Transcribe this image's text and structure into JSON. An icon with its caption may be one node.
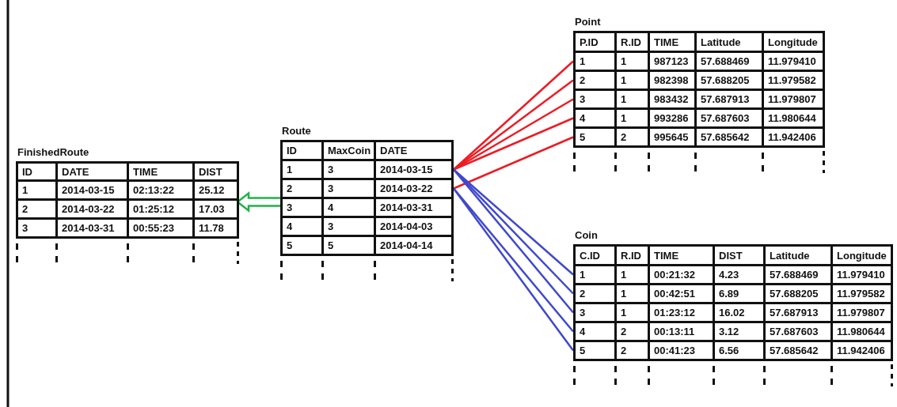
{
  "diagram": {
    "nodes": [
      {
        "text": [
          "FinishedRoute"
        ]
      },
      {
        "text": [
          "ID",
          "DATE",
          "TIME",
          "DIST"
        ],
        "in": 0
      },
      {
        "text": [
          "1",
          "2014-03-15",
          "02:13:22",
          "25.12"
        ],
        "in": 0
      },
      {
        "text": [
          "2",
          "2014-03-22",
          "01:25:12",
          "17.03"
        ],
        "in": 0
      },
      {
        "text": [
          "3",
          "2014-03-31",
          "00:55:23",
          "11.78"
        ],
        "in": 0
      },
      {
        "text": [
          "Route"
        ]
      },
      {
        "text": [
          "ID",
          "MaxCoin",
          "DATE"
        ],
        "in": 5
      },
      {
        "text": [
          "1",
          "3",
          "2014-03-15"
        ],
        "in": 5
      },
      {
        "text": [
          "2",
          "3",
          "2014-03-22"
        ],
        "in": 5
      },
      {
        "text": [
          "3",
          "4",
          "2014-03-31"
        ],
        "in": 5
      },
      {
        "text": [
          "4",
          "3",
          "2014-04-03"
        ],
        "in": 5
      },
      {
        "text": [
          "5",
          "5",
          "2014-04-14"
        ],
        "in": 5
      },
      {
        "text": [
          "Point"
        ]
      },
      {
        "text": [
          "P.ID",
          "R.ID",
          "TIME",
          "Latitude",
          "Longitude"
        ],
        "in": 12
      },
      {
        "text": [
          "1",
          "1",
          "987123",
          "57.688469",
          "11.979410"
        ],
        "in": 12
      },
      {
        "text": [
          "2",
          "1",
          "982398",
          "57.688205",
          "11.979582"
        ],
        "in": 12
      },
      {
        "text": [
          "3",
          "1",
          "983432",
          "57.687913",
          "11.979807"
        ],
        "in": 12
      },
      {
        "text": [
          "4",
          "1",
          "993286",
          "57.687603",
          "11.980644"
        ],
        "in": 12
      },
      {
        "text": [
          "5",
          "2",
          "995645",
          "57.685642",
          "11.942406"
        ],
        "in": 12
      },
      {
        "text": [
          "Coin"
        ]
      },
      {
        "text": [
          "C.ID",
          "R.ID",
          "TIME",
          "DIST",
          "Latitude",
          "Longitude"
        ],
        "in": 19
      },
      {
        "text": [
          "1",
          "1",
          "00:21:32",
          "4.23",
          "57.688469",
          "11.979410"
        ],
        "in": 19
      },
      {
        "text": [
          "2",
          "1",
          "00:42:51",
          "6.89",
          "57.688205",
          "11.979582"
        ],
        "in": 19
      },
      {
        "text": [
          "3",
          "1",
          "01:23:12",
          "16.02",
          "57.687913",
          "11.979807"
        ],
        "in": 19
      },
      {
        "text": [
          "4",
          "2",
          "00:13:11",
          "3.12",
          "57.687603",
          "11.980644"
        ],
        "in": 19
      },
      {
        "text": [
          "5",
          "2",
          "00:41:23",
          "6.56",
          "57.685642",
          "11.942406"
        ],
        "in": 19
      }
    ],
    "edges": [
      {
        "from": 7,
        "to": 14,
        "arrow": "none",
        "color": "#ed1c24"
      },
      {
        "from": 7,
        "to": 15,
        "arrow": "none",
        "color": "#ed1c24"
      },
      {
        "from": 7,
        "to": 16,
        "arrow": "none",
        "color": "#ed1c24"
      },
      {
        "from": 7,
        "to": 17,
        "arrow": "none",
        "color": "#ed1c24"
      },
      {
        "from": 8,
        "to": 18,
        "arrow": "none",
        "color": "#ed1c24"
      },
      {
        "from": 7,
        "to": 21,
        "arrow": "none",
        "color": "#3f48cc"
      },
      {
        "from": 7,
        "to": 22,
        "arrow": "none",
        "color": "#3f48cc"
      },
      {
        "from": 7,
        "to": 23,
        "arrow": "none",
        "color": "#3f48cc"
      },
      {
        "from": 8,
        "to": 24,
        "arrow": "none",
        "color": "#3f48cc"
      },
      {
        "from": 8,
        "to": 25,
        "arrow": "none",
        "color": "#3f48cc"
      },
      {
        "from": 5,
        "to": 0,
        "arrow": "to",
        "style": "thick",
        "color": "#22b14c"
      }
    ]
  }
}
